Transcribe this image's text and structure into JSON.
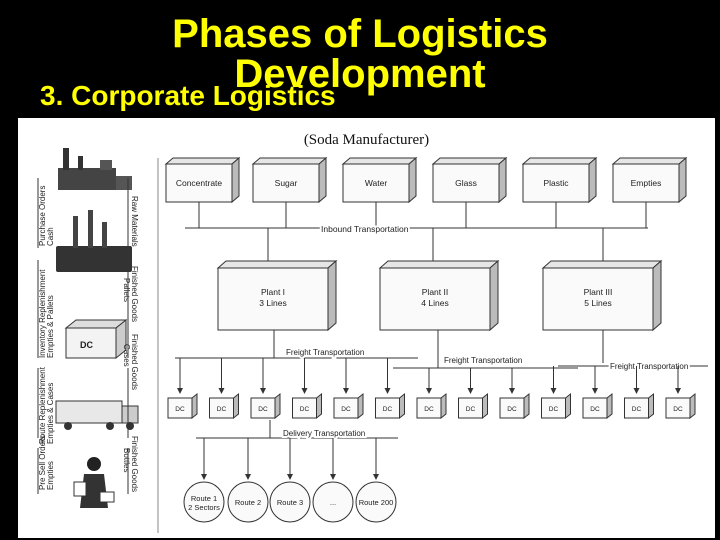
{
  "slide": {
    "title_line1": "Phases of Logistics",
    "title_line2": "Development",
    "subtitle": "3.  Corporate Logistics"
  },
  "diagram": {
    "caption": "(Soda Manufacturer)",
    "materials": [
      "Concentrate",
      "Sugar",
      "Water",
      "Glass",
      "Plastic",
      "Empties"
    ],
    "inbound_label": "Inbound Transportation",
    "plants": [
      {
        "name": "Plant I",
        "lines": "3 Lines"
      },
      {
        "name": "Plant II",
        "lines": "4 Lines"
      },
      {
        "name": "Plant III",
        "lines": "5 Lines"
      }
    ],
    "freight_label": "Freight Transportation",
    "dc_label": "DC",
    "dc_count": 13,
    "delivery_label": "Delivery Transportation",
    "routes": [
      {
        "name": "Route 1",
        "detail": "2 Sectors"
      },
      {
        "name": "Route 2",
        "detail": ""
      },
      {
        "name": "Route 3",
        "detail": ""
      },
      {
        "name": "...",
        "detail": ""
      },
      {
        "name": "Route 200",
        "detail": ""
      }
    ],
    "side_labels": {
      "raw_materials": "Raw Materials",
      "purchase_orders": "Purchase Orders",
      "cash": "Cash",
      "finished_goods_1": "Finished Goods",
      "pallets": "Pallets",
      "inventory_replenishment": "Inventory Replenishment",
      "empties_pallets": "Empties & Pallets",
      "finished_goods_2": "Finished Goods",
      "cases": "Cases",
      "route_replenishment": "Route Replenishment",
      "empties_cases": "Empties & Cases",
      "finished_goods_3": "Finished Goods",
      "bottles": "Bottles",
      "pre_sell_orders": "Pre Sell Orders",
      "empties": "Empties"
    }
  }
}
